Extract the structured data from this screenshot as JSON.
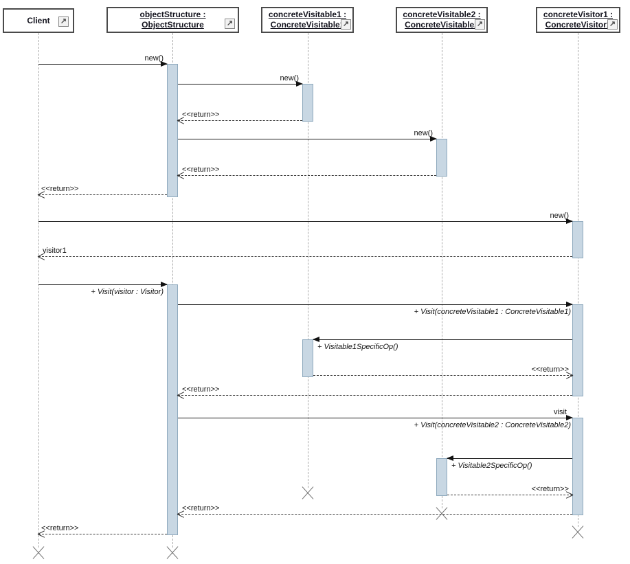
{
  "diagram": {
    "kind": "uml-sequence-diagram",
    "pattern": "Visitor"
  },
  "icons": {
    "open_in_new": "↗"
  },
  "colors": {
    "activation_fill": "#c8d7e3",
    "activation_border": "#8ea9bd",
    "lifeline_dash": "#a9a9a9",
    "box_border": "#4a4a4a",
    "text": "#101010"
  },
  "lifelines": [
    {
      "id": "client",
      "line1": "Client",
      "line2": ""
    },
    {
      "id": "objectStructure",
      "line1": "objectStructure :",
      "line2": "ObjectStructure"
    },
    {
      "id": "concreteVisitable1",
      "line1": "concreteVisitable1 :",
      "line2": "ConcreteVisitable1"
    },
    {
      "id": "concreteVisitable2",
      "line1": "concreteVisitable2 :",
      "line2": "ConcreteVisitable2"
    },
    {
      "id": "concreteVisitor1",
      "line1": "concreteVisitor1 :",
      "line2": "ConcreteVisitor1"
    }
  ],
  "messages": [
    {
      "from": "client",
      "to": "objectStructure",
      "kind": "call",
      "label": "new()"
    },
    {
      "from": "objectStructure",
      "to": "concreteVisitable1",
      "kind": "call",
      "label": "new()"
    },
    {
      "from": "concreteVisitable1",
      "to": "objectStructure",
      "kind": "return",
      "label": "<<return>>"
    },
    {
      "from": "objectStructure",
      "to": "concreteVisitable2",
      "kind": "call",
      "label": "new()"
    },
    {
      "from": "concreteVisitable2",
      "to": "objectStructure",
      "kind": "return",
      "label": "<<return>>"
    },
    {
      "from": "objectStructure",
      "to": "client",
      "kind": "return",
      "label": "<<return>>"
    },
    {
      "from": "client",
      "to": "concreteVisitor1",
      "kind": "call",
      "label": "new()"
    },
    {
      "from": "concreteVisitor1",
      "to": "client",
      "kind": "return",
      "label": "visitor1"
    },
    {
      "from": "client",
      "to": "objectStructure",
      "kind": "call",
      "label": "+ Visit(visitor : Visitor)"
    },
    {
      "from": "objectStructure",
      "to": "concreteVisitor1",
      "kind": "call",
      "label": "+ Visit(concreteVisitable1 : ConcreteVisitable1)"
    },
    {
      "from": "concreteVisitor1",
      "to": "concreteVisitable1",
      "kind": "call",
      "label": "+ Visitable1SpecificOp()"
    },
    {
      "from": "concreteVisitable1",
      "to": "concreteVisitor1",
      "kind": "return",
      "label": "<<return>>"
    },
    {
      "from": "concreteVisitor1",
      "to": "objectStructure",
      "kind": "return",
      "label": "<<return>>"
    },
    {
      "from": "objectStructure",
      "to": "concreteVisitor1",
      "kind": "call",
      "label": "visit",
      "sublabel": "+ Visit(concreteVisitable2 : ConcreteVisitable2)"
    },
    {
      "from": "concreteVisitor1",
      "to": "concreteVisitable2",
      "kind": "call",
      "label": "+ Visitable2SpecificOp()"
    },
    {
      "from": "concreteVisitable2",
      "to": "concreteVisitor1",
      "kind": "return",
      "label": "<<return>>"
    },
    {
      "from": "concreteVisitor1",
      "to": "objectStructure",
      "kind": "return",
      "label": "<<return>>"
    },
    {
      "from": "objectStructure",
      "to": "client",
      "kind": "return",
      "label": "<<return>>"
    }
  ]
}
